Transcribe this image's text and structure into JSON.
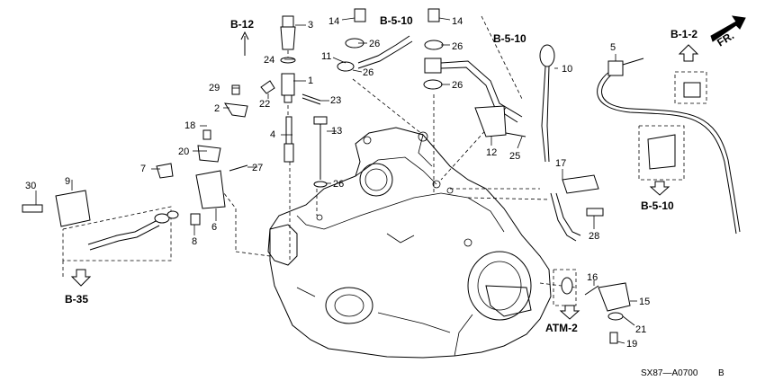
{
  "parts": {
    "p1": "1",
    "p2": "2",
    "p3": "3",
    "p4": "4",
    "p5": "5",
    "p6": "6",
    "p7": "7",
    "p8": "8",
    "p9": "9",
    "p10": "10",
    "p11": "11",
    "p12": "12",
    "p13": "13",
    "p14a": "14",
    "p14b": "14",
    "p15": "15",
    "p16": "16",
    "p17": "17",
    "p18": "18",
    "p19": "19",
    "p20": "20",
    "p21": "21",
    "p22": "22",
    "p23": "23",
    "p24": "24",
    "p25": "25",
    "p26a": "26",
    "p26b": "26",
    "p26c": "26",
    "p26d": "26",
    "p26e": "26",
    "p27": "27",
    "p28": "28",
    "p29": "29",
    "p30": "30"
  },
  "refs": {
    "b12": "B-12",
    "b510a": "B-5-10",
    "b510b": "B-5-10",
    "b510c": "B-5-10",
    "b12b": "B-1-2",
    "b35": "B-35",
    "atm2": "ATM-2",
    "fr": "FR."
  },
  "drawing_code": "SX87—A0700",
  "drawing_rev": "B"
}
